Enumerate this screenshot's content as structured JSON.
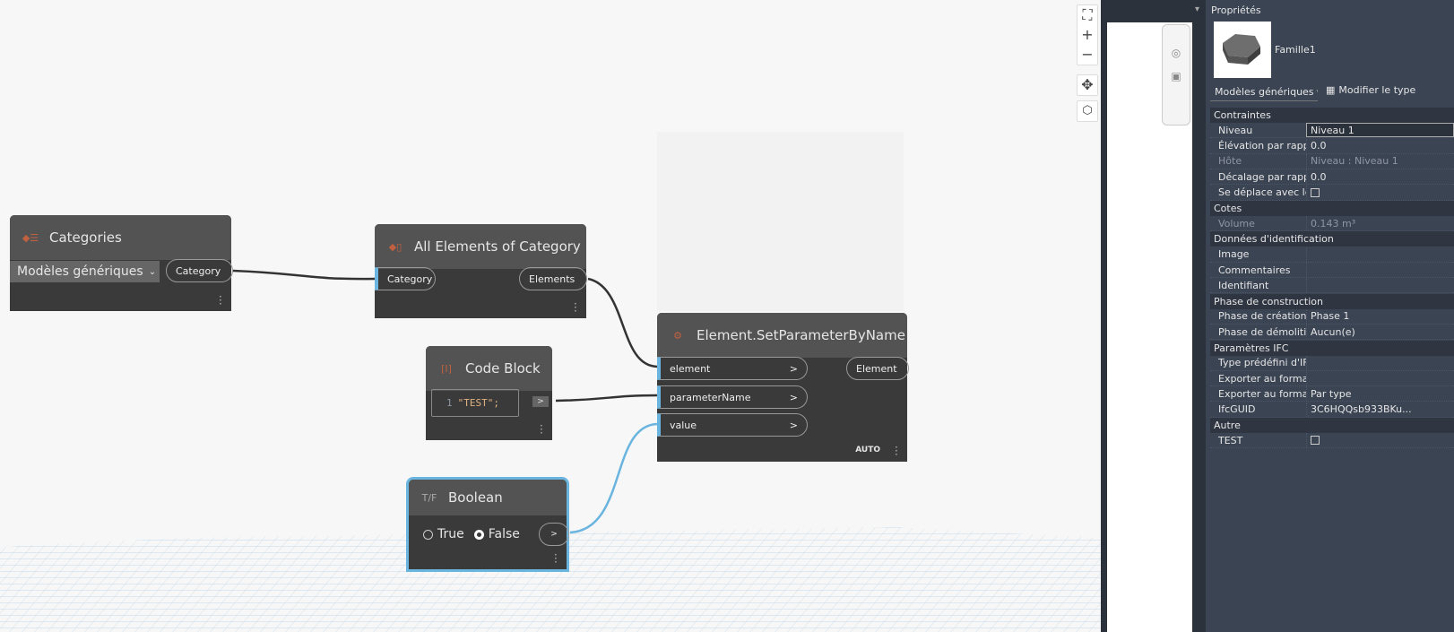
{
  "nodes": {
    "categories": {
      "title": "Categories",
      "dropdown": "Modèles génériques",
      "output": "Category"
    },
    "all_elements": {
      "title": "All Elements of Category",
      "input": "Category",
      "output": "Elements"
    },
    "code_block": {
      "title": "Code Block",
      "line_no": "1",
      "code": "\"TEST\";",
      "output": ">"
    },
    "set_param": {
      "title": "Element.SetParameterByName",
      "inputs": [
        "element",
        "parameterName",
        "value"
      ],
      "output": "Element",
      "lacing": "AUTO"
    },
    "boolean": {
      "title": "Boolean",
      "true_label": "True",
      "false_label": "False",
      "selected": "False",
      "output": ">"
    }
  },
  "canvas_controls": {
    "zoom_in": "+",
    "zoom_out": "−"
  },
  "properties": {
    "title": "Propriétés",
    "family_name": "Famille1",
    "type_selector": "Modèles génériques",
    "edit_type": "Modifier le type",
    "sections": [
      {
        "name": "Contraintes",
        "rows": [
          {
            "label": "Niveau",
            "value": "Niveau 1"
          },
          {
            "label": "Élévation par rapp...",
            "value": "0.0"
          },
          {
            "label": "Hôte",
            "value": "Niveau : Niveau 1",
            "disabled": true
          },
          {
            "label": "Décalage par rapp...",
            "value": "0.0"
          },
          {
            "label": "Se déplace avec le...",
            "checkbox": false
          }
        ]
      },
      {
        "name": "Cotes",
        "rows": [
          {
            "label": "Volume",
            "value": "0.143 m³",
            "disabled": true
          }
        ]
      },
      {
        "name": "Données d'identification",
        "rows": [
          {
            "label": "Image",
            "value": ""
          },
          {
            "label": "Commentaires",
            "value": ""
          },
          {
            "label": "Identifiant",
            "value": ""
          }
        ]
      },
      {
        "name": "Phase de construction",
        "rows": [
          {
            "label": "Phase de création",
            "value": "Phase 1"
          },
          {
            "label": "Phase de démolition",
            "value": "Aucun(e)"
          }
        ]
      },
      {
        "name": "Paramètres IFC",
        "rows": [
          {
            "label": "Type prédéfini d'IFC",
            "value": ""
          },
          {
            "label": "Exporter au forma...",
            "value": ""
          },
          {
            "label": "Exporter au forma...",
            "value": "Par type"
          },
          {
            "label": "IfcGUID",
            "value": "3C6HQQsb933BKu..."
          }
        ]
      },
      {
        "name": "Autre",
        "rows": [
          {
            "label": "TEST",
            "checkbox": false
          }
        ]
      }
    ]
  },
  "colors": {
    "accent": "#6ab4e0",
    "node_bg": "#3a3a3a",
    "node_header": "#535353",
    "panel_bg": "#3b4453"
  }
}
